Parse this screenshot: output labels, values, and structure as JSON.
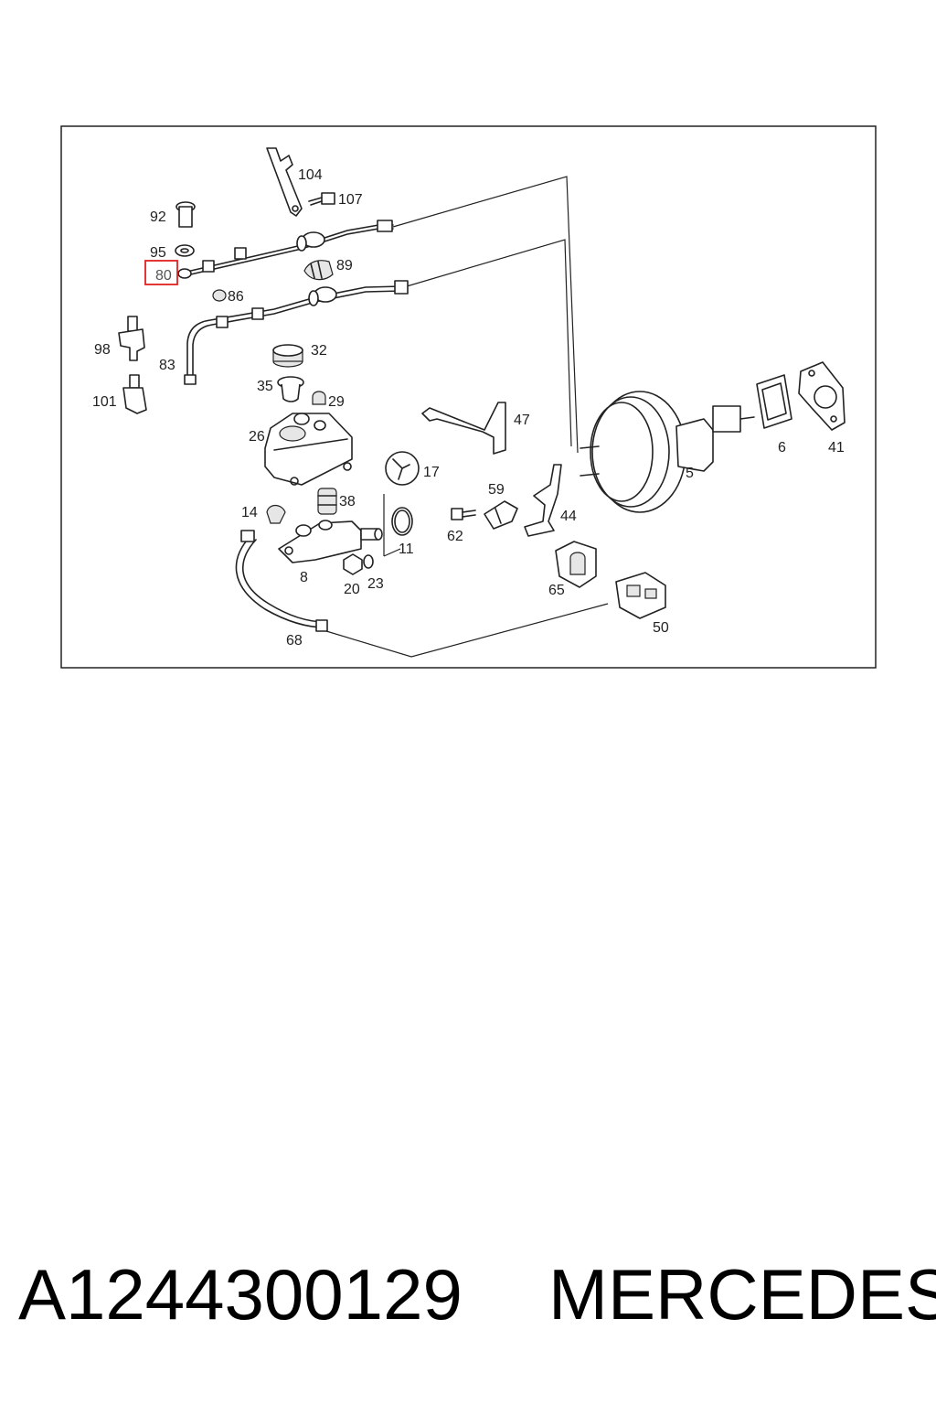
{
  "diagram": {
    "callouts": {
      "c104": "104",
      "c107": "107",
      "c92": "92",
      "c95": "95",
      "c80": "80",
      "c89": "89",
      "c86": "86",
      "c98": "98",
      "c83": "83",
      "c101": "101",
      "c32": "32",
      "c35": "35",
      "c29": "29",
      "c26": "26",
      "c47": "47",
      "c6": "6",
      "c41": "41",
      "c5": "5",
      "c17": "17",
      "c59": "59",
      "c44": "44",
      "c62": "62",
      "c14": "14",
      "c38": "38",
      "c11": "11",
      "c8": "8",
      "c20": "20",
      "c23": "23",
      "c65": "65",
      "c50": "50",
      "c68": "68"
    },
    "highlighted_callout": "80",
    "highlight_color": "#e02020"
  },
  "footer": {
    "part_number": "A1244300129",
    "brand": "MERCEDES"
  }
}
